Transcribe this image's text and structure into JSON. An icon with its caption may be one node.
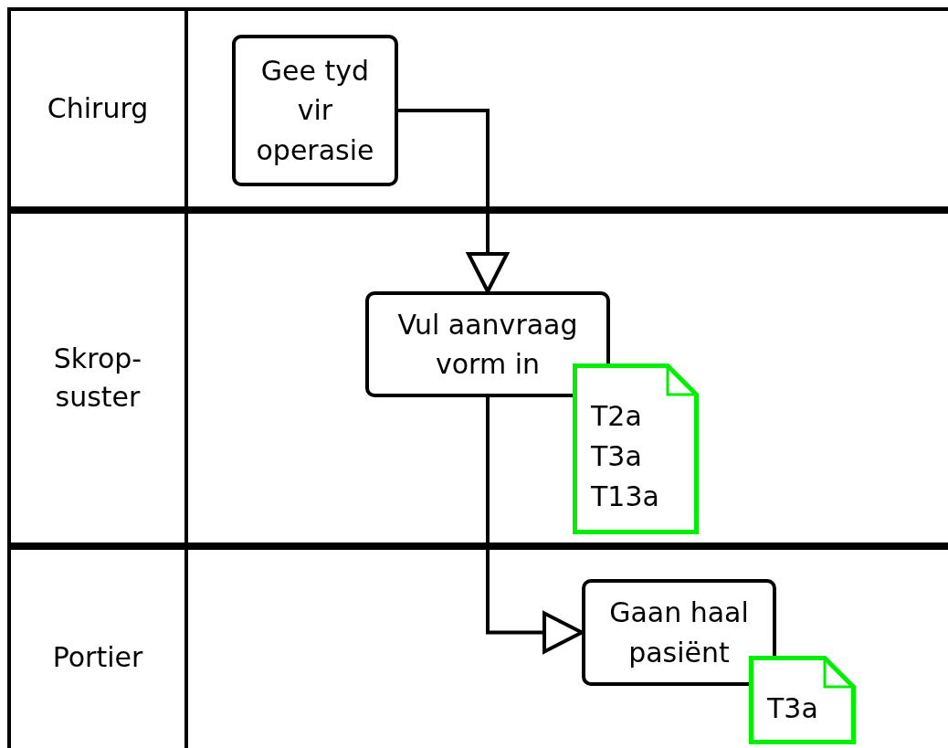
{
  "diagram": {
    "nodes": [
      {
        "text": [
          "Chirurg"
        ]
      },
      {
        "text": [
          "Gee tyd vir operasie"
        ],
        "in": 0
      },
      {
        "text": [
          "Skrop-suster"
        ]
      },
      {
        "text": [
          "Vul aanvraag vorm in"
        ],
        "in": 2
      },
      {
        "text": [
          "T2a",
          "T3a",
          "T13a"
        ],
        "in": 2
      },
      {
        "text": [
          "Portier"
        ]
      },
      {
        "text": [
          "Gaan haal pasiënt"
        ],
        "in": 5
      },
      {
        "text": [
          "T3a"
        ],
        "in": 5
      }
    ],
    "edges": [
      {
        "from": 1,
        "to": 3,
        "arrow": "to"
      },
      {
        "from": 3,
        "to": 6,
        "arrow": "to"
      }
    ]
  }
}
